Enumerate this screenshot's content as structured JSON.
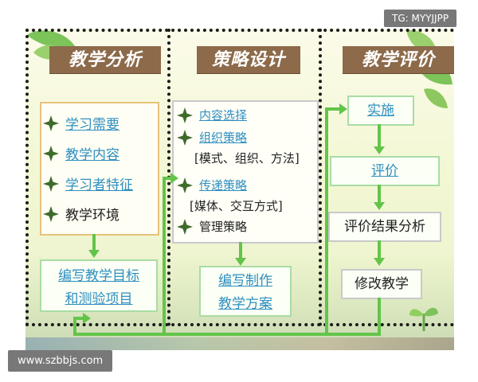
{
  "columns": [
    {
      "title": "教学分析"
    },
    {
      "title": "策略设计"
    },
    {
      "title": "教学评价"
    }
  ],
  "analysis": {
    "items": [
      "学习需要",
      "教学内容",
      "学习者特征",
      "教学环境"
    ],
    "output_line1": "编写教学目标",
    "output_line2": "和测验项目"
  },
  "strategy": {
    "items": [
      "内容选择",
      "组织策略",
      "[模式、组织、方法]",
      "传递策略",
      "[媒体、交互方式]",
      "管理策略"
    ],
    "output_line1": "编写制作",
    "output_line2": "教学方案"
  },
  "evaluation": {
    "steps": [
      "实施",
      "评价",
      "评价结果分析",
      "修改教学"
    ]
  },
  "watermarks": {
    "top_right": "TG: MYYJJPP",
    "bottom_left": "www.szbbjs.com"
  },
  "colors": {
    "header_bg": "#8c6a4a",
    "link_blue": "#2f8fc1",
    "arrow_green": "#63c44a",
    "panel_border_orange": "#e7c27a"
  },
  "icons": [
    "four-point-star-icon",
    "leaf-decoration",
    "sprout-decoration"
  ]
}
